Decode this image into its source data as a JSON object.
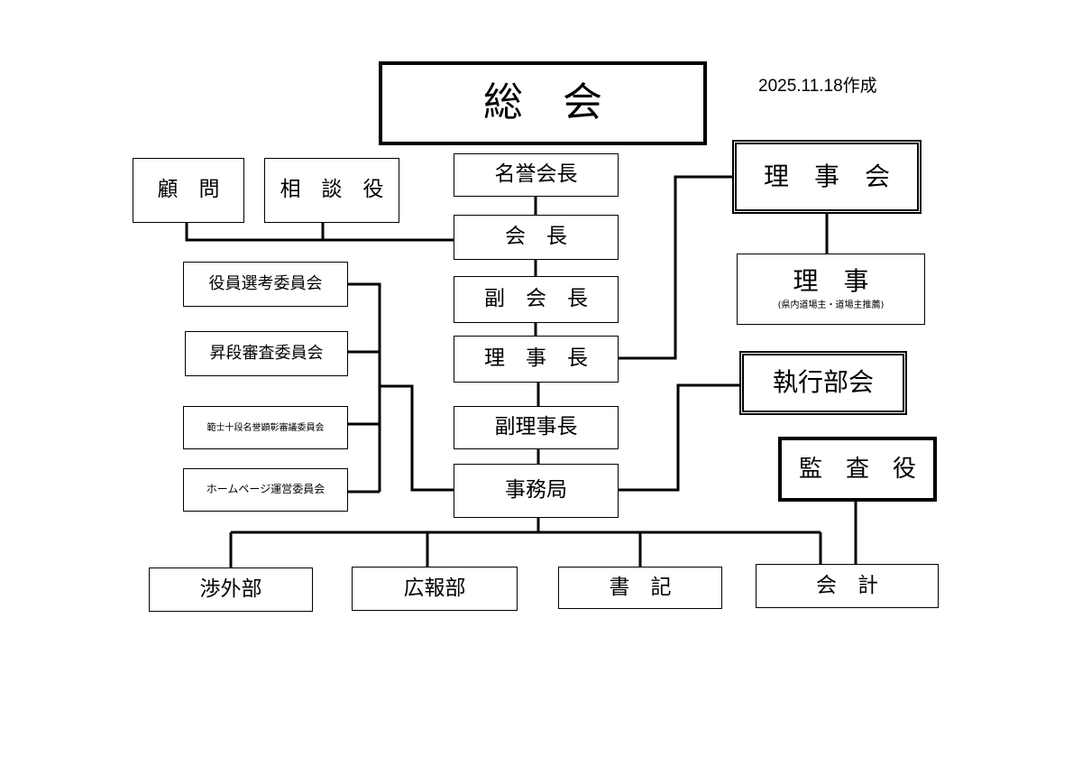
{
  "created_date": "2025.11.18作成",
  "nodes": {
    "soukai": "総　会",
    "meiyo_kaicho": "名誉会長",
    "kaicho": "会　長",
    "fuku_kaicho": "副　会　長",
    "rijicho": "理　事　長",
    "fuku_rijicho": "副理事長",
    "jimukyoku": "事務局",
    "komon": "顧　問",
    "sodanyaku": "相　談　役",
    "rijikai": "理　事　会",
    "riji": "理　事",
    "riji_note": "(県内道場主・道場主推薦)",
    "shikkou_bukai": "執行部会",
    "kansayaku": "監　査　役",
    "yakuin_senko": "役員選考委員会",
    "shodan_shinsa": "昇段審査委員会",
    "hanshi_kensho": "範士十段名誉顕彰審議委員会",
    "homepage_unei": "ホームページ運営委員会",
    "shogaibu": "渉外部",
    "kohobu": "広報部",
    "shoki": "書　記",
    "kaikei": "会　計"
  }
}
